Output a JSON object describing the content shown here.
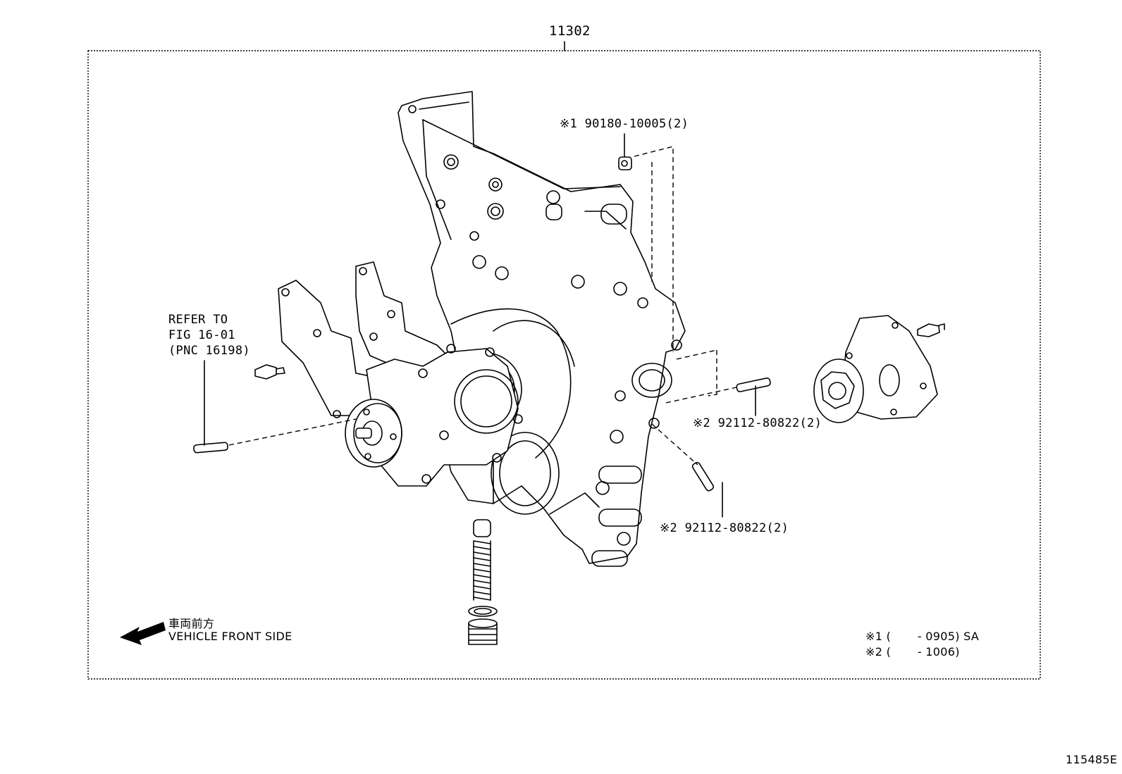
{
  "assembly_number": "11302",
  "labels": {
    "part_90180": "※1 90180-10005(2)",
    "part_92112_a": "※2 92112-80822(2)",
    "part_92112_b": "※2 92112-80822(2)",
    "refer_line1": "REFER TO",
    "refer_line2": "FIG 16-01",
    "refer_line3": "(PNC 16198)"
  },
  "direction": {
    "japanese": "車両前方",
    "english": "VEHICLE FRONT SIDE",
    "icon": "arrow-left-icon"
  },
  "notes": [
    "※1 (       - 0905) SA",
    "※2 (       - 1006)"
  ],
  "illustration_id": "115485E"
}
